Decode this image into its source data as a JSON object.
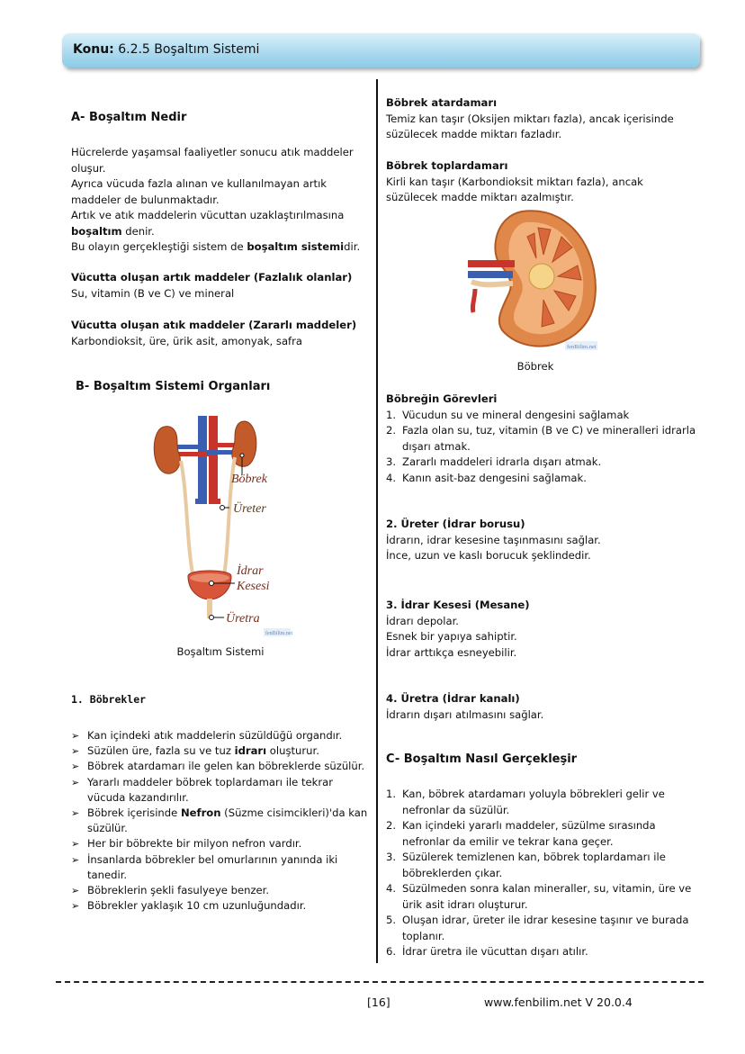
{
  "header": {
    "label": "Konu:",
    "title": "6.2.5 Boşaltım Sistemi"
  },
  "sectionA": {
    "heading": "A- Boşaltım Nedir",
    "p1": "Hücrelerde yaşamsal faaliyetler sonucu atık maddeler oluşur.",
    "p2": "Ayrıca vücuda fazla alınan ve kullanılmayan artık maddeler de bulunmaktadır.",
    "p3a": "Artık ve atık maddelerin vücuttan uzaklaştırılmasına ",
    "p3b": "boşaltım",
    "p3c": " denir.",
    "p4a": "Bu olayın gerçekleştiği sistem de ",
    "p4b": "boşaltım sistemi",
    "p4c": "dir.",
    "artik_heading": "Vücutta oluşan artık maddeler (Fazlalık olanlar)",
    "artik_text": "Su, vitamin (B ve C) ve mineral",
    "atik_heading": "Vücutta oluşan atık maddeler (Zararlı maddeler)",
    "atik_text": "Karbondioksit, üre, ürik asit, amonyak, safra"
  },
  "sectionB": {
    "heading": "B- Boşaltım Sistemi Organları",
    "figure_labels": {
      "bobrek": "Böbrek",
      "ureter": "Üreter",
      "idrar1": "İdrar",
      "idrar2": "Kesesi",
      "uretra": "Üretra",
      "watermark": "fenBilim.net"
    },
    "caption": "Boşaltım Sistemi"
  },
  "kidneys": {
    "heading": "1. Böbrekler",
    "items": [
      "Kan içindeki atık maddelerin süzüldüğü organdır.",
      [
        "Süzülen üre, fazla su ve tuz ",
        "idrarı",
        " oluşturur."
      ],
      "Böbrek atardamarı ile gelen kan böbreklerde süzülür.",
      "Yararlı maddeler böbrek toplardamarı ile tekrar vücuda kazandırılır.",
      [
        "Böbrek içerisinde ",
        "Nefron",
        " (Süzme cisimcikleri)'da kan süzülür."
      ],
      "Her bir böbrekte bir milyon nefron vardır.",
      "İnsanlarda böbrekler bel omurlarının yanında iki tanedir.",
      "Böbreklerin şekli fasulyeye benzer.",
      "Böbrekler yaklaşık 10 cm uzunluğundadır."
    ]
  },
  "right": {
    "artery_heading": "Böbrek atardamarı",
    "artery_text": "Temiz kan taşır (Oksijen miktarı fazla), ancak içerisinde süzülecek madde miktarı fazladır.",
    "vein_heading": "Böbrek toplardamarı",
    "vein_text": "Kirli kan taşır (Karbondioksit miktarı fazla), ancak süzülecek madde miktarı azalmıştır.",
    "kidney_caption": "Böbrek",
    "kidney_watermark": "fenBilim.net",
    "duties_heading": "Böbreğin Görevleri",
    "duties": [
      "Vücudun su ve mineral dengesini sağlamak",
      "Fazla olan su, tuz, vitamin (B ve C) ve mineralleri idrarla dışarı atmak.",
      "Zararlı maddeleri idrarla dışarı atmak.",
      "Kanın asit-baz dengesini sağlamak."
    ],
    "ureter_heading": "2. Üreter (İdrar borusu)",
    "ureter_lines": [
      "İdrarın, idrar kesesine taşınmasını sağlar.",
      "İnce, uzun ve kaslı borucuk şeklindedir."
    ],
    "bladder_heading": "3. İdrar Kesesi (Mesane)",
    "bladder_lines": [
      "İdrarı depolar.",
      "Esnek bir yapıya sahiptir.",
      "İdrar arttıkça esneyebilir."
    ],
    "urethra_heading": "4. Üretra (İdrar kanalı)",
    "urethra_lines": [
      "İdrarın dışarı atılmasını sağlar."
    ],
    "sectionC_heading": "C- Boşaltım Nasıl Gerçekleşir",
    "steps": [
      "Kan, böbrek atardamarı yoluyla böbrekleri gelir ve nefronlar da süzülür.",
      "Kan içindeki yararlı maddeler, süzülme sırasında nefronlar da emilir ve tekrar kana geçer.",
      "Süzülerek temizlenen kan, böbrek toplardamarı ile böbreklerden çıkar.",
      "Süzülmeden sonra kalan mineraller, su, vitamin, üre ve ürik asit idrarı oluşturur.",
      "Oluşan idrar, üreter ile idrar kesesine taşınır ve burada toplanır.",
      "İdrar üretra ile vücuttan dışarı atılır."
    ]
  },
  "footer": {
    "page": "[16]",
    "site": "www.fenbilim.net",
    "version": "V 20.0.4"
  }
}
